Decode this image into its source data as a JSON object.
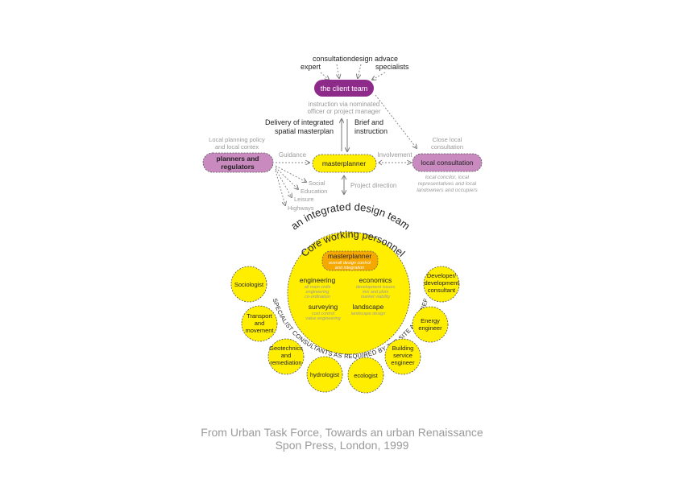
{
  "top": {
    "expert": "expert",
    "consultation": "consultation",
    "design_advace": "design advace",
    "specialists": "specialists",
    "client_team": "the client team",
    "instruction_line1": "instruction via nominated",
    "instruction_line2": "officer or project manager",
    "delivery_line1": "Delivery of integrated",
    "delivery_line2": "spatial masterplan",
    "brief_line1": "Brief and",
    "brief_line2": "instruction"
  },
  "left": {
    "policy_line1": "Local planning policy",
    "policy_line2": "and local contex",
    "planners_line1": "planners and",
    "planners_line2": "regulators",
    "guidance": "Guidance",
    "social": "Social",
    "education": "Education",
    "leisure": "Leisure",
    "highways": "Highways"
  },
  "center": {
    "masterplanner": "masterplanner",
    "project_direction": "Project direction"
  },
  "right": {
    "close_line1": "Close local",
    "close_line2": "consultation",
    "involvement": "Involvement",
    "local_consultation": "local consultation",
    "note_line1": "local concilor, local",
    "note_line2": "representatives and local",
    "note_line3": "landowners and occupiers"
  },
  "team": {
    "arc_title": "an integrated design team",
    "core_title": "Core working personnel",
    "specialist_text": "SPECIALIST CONSULTANTS AS REQUIRED BY THE SITE AND BRIEF",
    "masterplanner": "masterplanner",
    "masterplanner_sub1": "overall design control",
    "masterplanner_sub2": "and integration",
    "engineering": "engineering",
    "engineering_sub1": "all main civils",
    "engineering_sub2": "engineering",
    "engineering_sub3": "co-ordination",
    "economics": "economics",
    "economics_sub1": "development issues",
    "economics_sub2": "mix and plots",
    "economics_sub3": "market viability",
    "surveying": "surveying",
    "surveying_sub1": "cost control",
    "surveying_sub2": "value engineering",
    "landscape": "landscape",
    "landscape_sub1": "landscape design"
  },
  "consultants": {
    "sociologist": "Sociologist",
    "transport_line1": "Transport",
    "transport_line2": "and",
    "transport_line3": "movement",
    "geo_line1": "Geotechnics",
    "geo_line2": "and",
    "geo_line3": "remediation",
    "hydrologist": "hydrologist",
    "ecologist": "ecologist",
    "building_line1": "Building",
    "building_line2": "service",
    "building_line3": "engineer",
    "energy_line1": "Energy",
    "energy_line2": "engineer",
    "developer_line1": "Developer/",
    "developer_line2": "development",
    "developer_line3": "consultant"
  },
  "caption": {
    "line1": "From Urban Task Force, Towards an urban Renaissance",
    "line2": "Spon Press, London, 1999"
  },
  "colors": {
    "purple": "#8e2a8a",
    "lilac": "#c98ac0",
    "yellow": "#ffee00",
    "orange": "#f5a800"
  }
}
